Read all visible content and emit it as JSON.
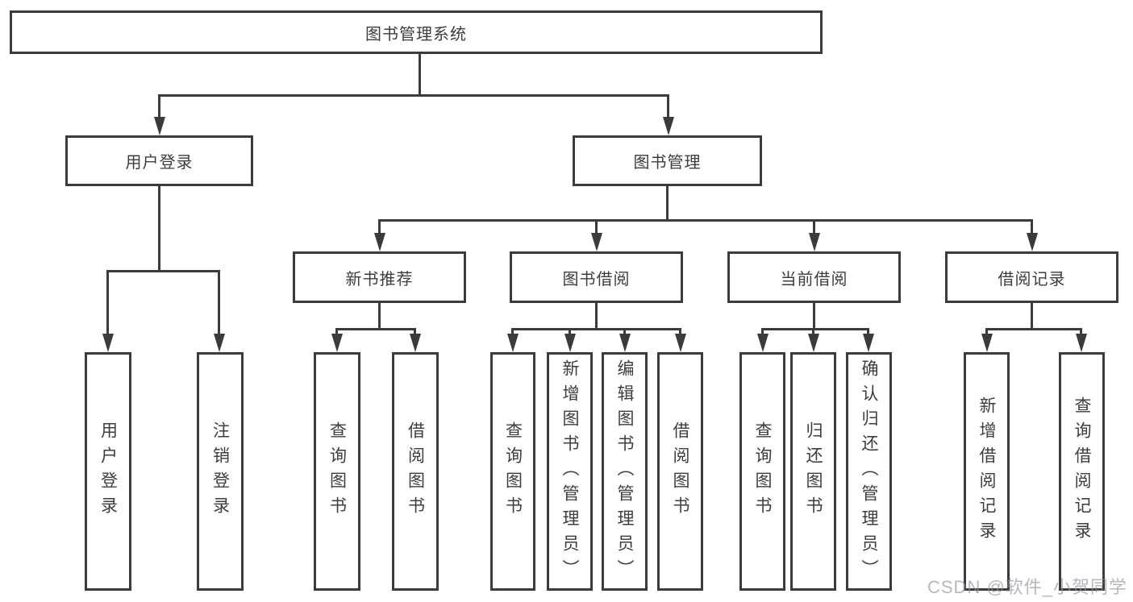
{
  "colors": {
    "line": "#3b3b3b",
    "text": "#3d3d3d",
    "background": "#ffffff",
    "watermark": "#8c929a"
  },
  "tree": {
    "root": {
      "label": "图书管理系统"
    },
    "branches": [
      {
        "label": "用户登录",
        "children": [
          {
            "label": "用户登录"
          },
          {
            "label": "注销登录"
          }
        ]
      },
      {
        "label": "图书管理",
        "children": [
          {
            "label": "新书推荐",
            "children": [
              {
                "label": "查询图书"
              },
              {
                "label": "借阅图书"
              }
            ]
          },
          {
            "label": "图书借阅",
            "children": [
              {
                "label": "查询图书"
              },
              {
                "label": "新增图书（管理员）"
              },
              {
                "label": "编辑图书（管理员）"
              },
              {
                "label": "借阅图书"
              }
            ]
          },
          {
            "label": "当前借阅",
            "children": [
              {
                "label": "查询图书"
              },
              {
                "label": "归还图书"
              },
              {
                "label": "确认归还（管理员）"
              }
            ]
          },
          {
            "label": "借阅记录",
            "children": [
              {
                "label": "新增借阅记录"
              },
              {
                "label": "查询借阅记录"
              }
            ]
          }
        ]
      }
    ]
  },
  "watermark": {
    "text": "CSDN @软件_小贺同学"
  }
}
